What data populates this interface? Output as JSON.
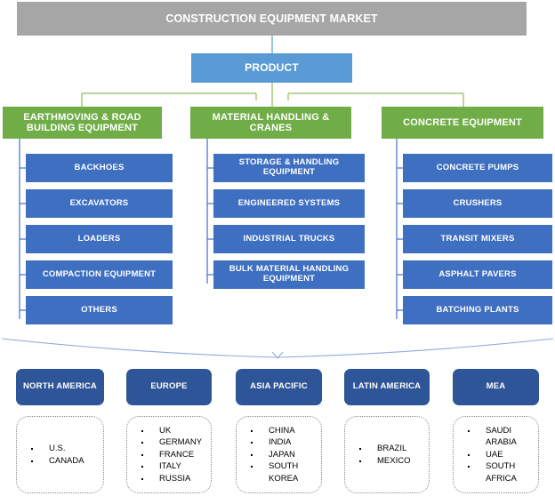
{
  "chart_data": {
    "type": "diagram",
    "title": "CONSTRUCTION EQUIPMENT MARKET",
    "layout": "hierarchical tree with segmentation by product and by region"
  },
  "root": {
    "label": "CONSTRUCTION EQUIPMENT MARKET",
    "color": "#a6a6a6"
  },
  "product": {
    "label": "PRODUCT",
    "color": "#5b9bd5"
  },
  "categories": [
    {
      "label": "EARTHMOVING & ROAD BUILDING EQUIPMENT",
      "color": "#70ad47",
      "items": [
        "BACKHOES",
        "EXCAVATORS",
        "LOADERS",
        "COMPACTION EQUIPMENT",
        "OTHERS"
      ]
    },
    {
      "label": "MATERIAL HANDLING & CRANES",
      "color": "#70ad47",
      "items": [
        "STORAGE & HANDLING EQUIPMENT",
        "ENGINEERED SYSTEMS",
        "INDUSTRIAL TRUCKS",
        "BULK MATERIAL HANDLING EQUIPMENT"
      ]
    },
    {
      "label": "CONCRETE EQUIPMENT",
      "color": "#70ad47",
      "items": [
        "CONCRETE PUMPS",
        "CRUSHERS",
        "TRANSIT MIXERS",
        "ASPHALT PAVERS",
        "BATCHING PLANTS"
      ]
    }
  ],
  "regions": [
    {
      "label": "NORTH AMERICA",
      "color": "#2e5597",
      "countries": [
        "U.S.",
        "CANADA"
      ]
    },
    {
      "label": "EUROPE",
      "color": "#2e5597",
      "countries": [
        "UK",
        "GERMANY",
        "FRANCE",
        "ITALY",
        "RUSSIA"
      ]
    },
    {
      "label": "ASIA  PACIFIC",
      "color": "#2e5597",
      "countries": [
        "CHINA",
        "INDIA",
        "JAPAN",
        "SOUTH\nKOREA"
      ]
    },
    {
      "label": "LATIN AMERICA",
      "color": "#2e5597",
      "countries": [
        "BRAZIL",
        "MEXICO"
      ]
    },
    {
      "label": "MEA",
      "color": "#2e5597",
      "countries": [
        "SAUDI\nARABIA",
        "UAE",
        "SOUTH\nAFRICA"
      ]
    }
  ],
  "colors": {
    "root_gray": "#a6a6a6",
    "product_blue": "#5b9bd5",
    "category_green": "#70ad47",
    "leaf_blue": "#3f6fc0",
    "region_blue": "#2e5597",
    "connector_green": "#8fbc5a",
    "connector_blue": "#4472c4",
    "brace_blue": "#8faadc"
  }
}
